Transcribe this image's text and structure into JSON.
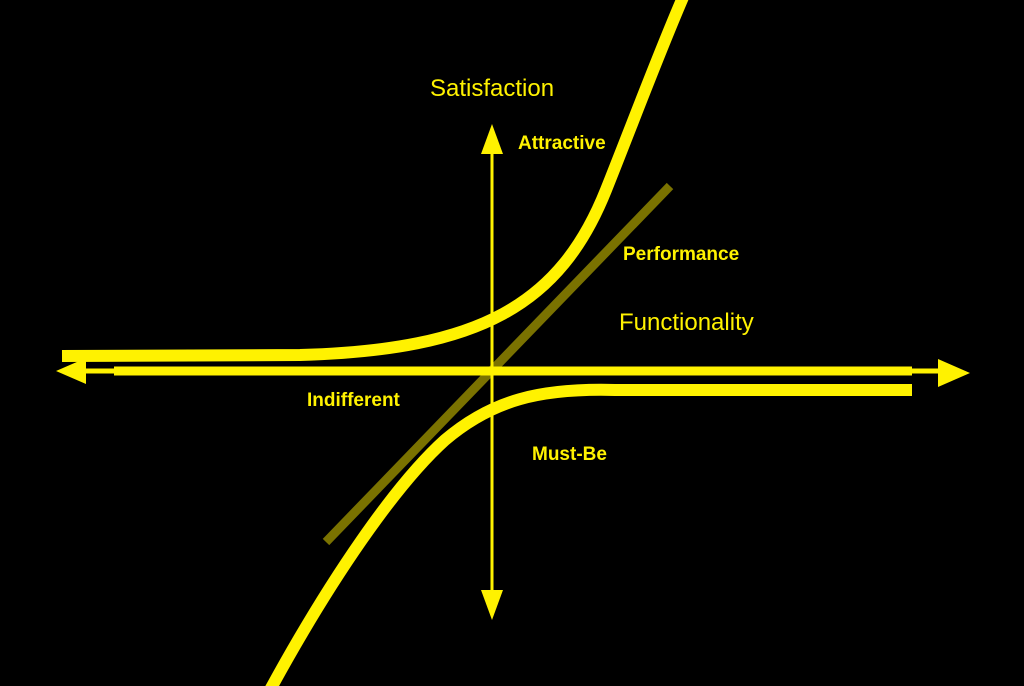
{
  "diagram": {
    "colors": {
      "background": "#000000",
      "accent": "#fff200",
      "performance": "#7a7200"
    },
    "axes": {
      "y_label": "Satisfaction",
      "x_label": "Functionality"
    },
    "curves": {
      "attractive": "Attractive",
      "performance": "Performance",
      "indifferent": "Indifferent",
      "must_be": "Must-Be"
    }
  }
}
